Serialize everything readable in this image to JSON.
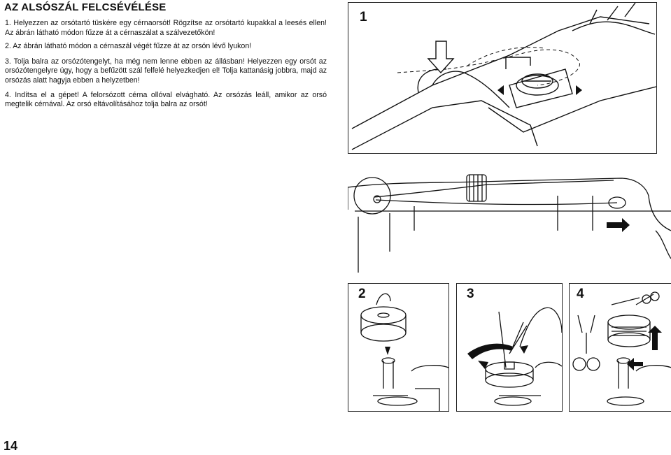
{
  "document": {
    "title": "AZ ALSÓSZÁL FELCSÉVÉLÉSE",
    "steps": [
      "1. Helyezzen az orsótartó tüskére egy cérnaorsót! Rögzítse az orsótartó kupakkal a leesés ellen! Az ábrán látható módon fűzze át a cérnaszálat a szálvezetőkön!",
      "2. Az ábrán látható módon a cérnaszál végét fűzze át az orsón lévő lyukon!",
      "3. Tolja balra az orsózótengelyt, ha még nem lenne ebben az állásban! Helyezzen egy orsót az orsózótengelyre úgy, hogy a befűzött szál felfelé helyezkedjen el! Tolja kattanásig jobbra, majd az orsózás alatt hagyja ebben a helyzetben!",
      "4. Indítsa el a gépet! A felorsózott cérna ollóval elvágható. Az orsózás leáll, amikor az orsó megtelik cérnával. Az orsó eltávolításához tolja balra az orsót!"
    ],
    "page_number": "14"
  },
  "figures": {
    "fig1_label": "1",
    "fig2_label": "2",
    "fig3_label": "3",
    "fig4_label": "4"
  }
}
